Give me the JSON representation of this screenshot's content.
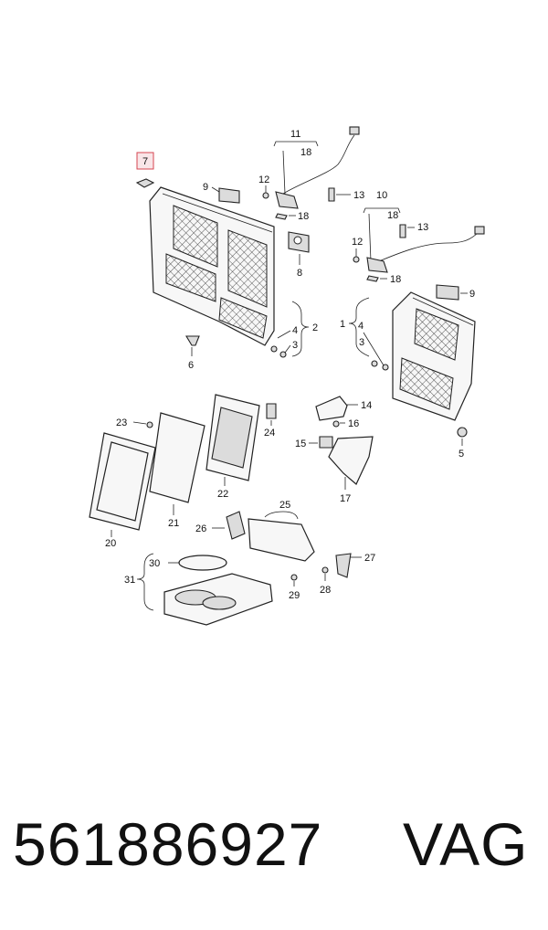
{
  "diagram": {
    "callouts": {
      "c1": "1",
      "c2": "2",
      "c3a": "3",
      "c3b": "3",
      "c4a": "4",
      "c4b": "4",
      "c5": "5",
      "c6": "6",
      "c7": "7",
      "c8": "8",
      "c9a": "9",
      "c9b": "9",
      "c10": "10",
      "c11": "11",
      "c12a": "12",
      "c12b": "12",
      "c13a": "13",
      "c13b": "13",
      "c14": "14",
      "c15": "15",
      "c16": "16",
      "c17": "17",
      "c18a": "18",
      "c18b": "18",
      "c18c": "18",
      "c18d": "18",
      "c20": "20",
      "c21": "21",
      "c22": "22",
      "c23": "23",
      "c24": "24",
      "c25": "25",
      "c26": "26",
      "c27": "27",
      "c28": "28",
      "c29": "29",
      "c30": "30",
      "c31": "31"
    },
    "highlighted_callout": "7",
    "highlight_color": "#d64550"
  },
  "footer": {
    "part_number": "561886927",
    "brand": "VAG"
  }
}
